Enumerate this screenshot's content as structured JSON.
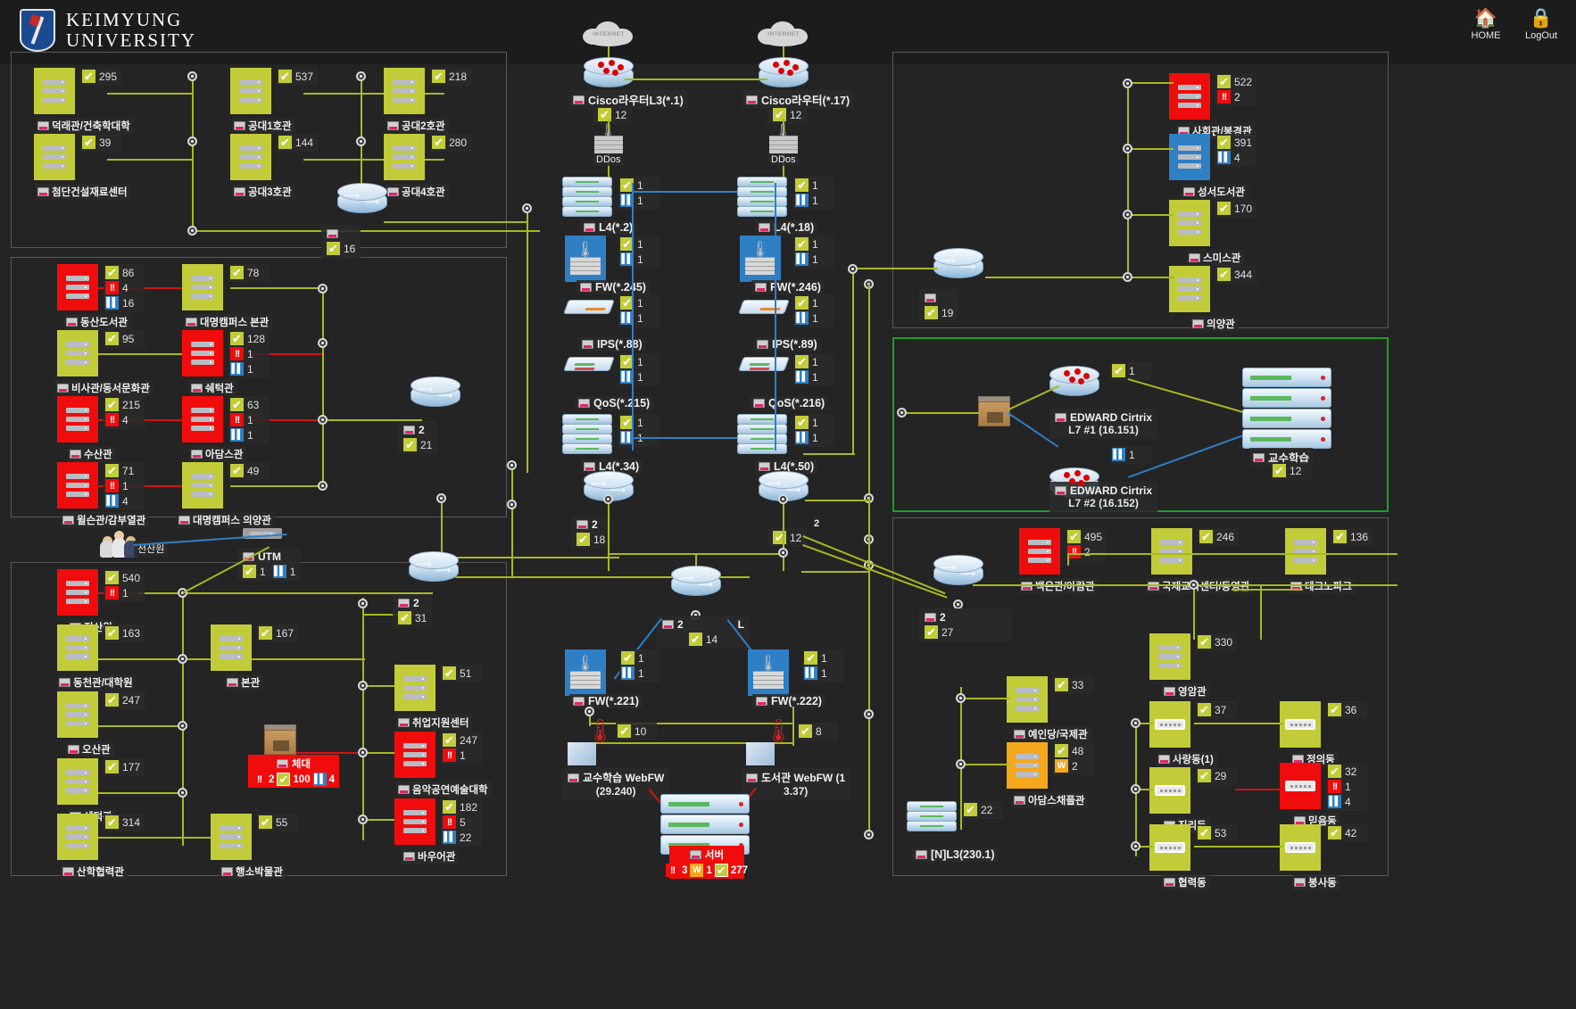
{
  "header": {
    "university_line1": "KEIMYUNG",
    "university_line2": "UNIVERSITY",
    "home_label": "HOME",
    "logout_label": "LogOut",
    "home_icon": "home-icon",
    "logout_icon": "lock-icon"
  },
  "colors": {
    "ok": "#c2cc38",
    "error": "#f00c0c",
    "paused": "#2f7fc4",
    "warning": "#f5a81c",
    "link": "#a8b81f",
    "link_blue": "#2f7fc4",
    "link_red": "#d01414",
    "frame": "#5a5a5a",
    "frame_green": "#1f9c2f",
    "background": "#242424"
  },
  "group_topleft": {
    "nodes": [
      {
        "label": "덕래관/건축학대학",
        "state": "ok",
        "badges": [
          {
            "icon": "ok",
            "value": "295"
          }
        ]
      },
      {
        "label": "공대1호관",
        "state": "ok",
        "badges": [
          {
            "icon": "ok",
            "value": "537"
          }
        ]
      },
      {
        "label": "공대2호관",
        "state": "ok",
        "badges": [
          {
            "icon": "ok",
            "value": "218"
          }
        ]
      },
      {
        "label": "첨단건설재료센터",
        "state": "ok",
        "badges": [
          {
            "icon": "ok",
            "value": "39"
          }
        ]
      },
      {
        "label": "공대3호관",
        "state": "ok",
        "badges": [
          {
            "icon": "ok",
            "value": "144"
          }
        ]
      },
      {
        "label": "공대4호관",
        "state": "ok",
        "badges": [
          {
            "icon": "ok",
            "value": "280"
          }
        ]
      }
    ],
    "router_panel": {
      "badges": [
        {
          "icon": "ok",
          "value": "16"
        }
      ]
    }
  },
  "group_left2": {
    "nodes": [
      {
        "label": "동산도서관",
        "state": "red",
        "badges": [
          {
            "icon": "ok",
            "value": "86"
          },
          {
            "icon": "err",
            "value": "4"
          },
          {
            "icon": "pause",
            "value": "16"
          }
        ]
      },
      {
        "label": "대명캠퍼스 본관",
        "state": "ok",
        "badges": [
          {
            "icon": "ok",
            "value": "78"
          }
        ]
      },
      {
        "label": "비사관/동서문화관",
        "state": "ok",
        "badges": [
          {
            "icon": "ok",
            "value": "95"
          }
        ]
      },
      {
        "label": "쉐턱관",
        "state": "red",
        "badges": [
          {
            "icon": "ok",
            "value": "128"
          },
          {
            "icon": "err",
            "value": "1"
          },
          {
            "icon": "pause",
            "value": "1"
          }
        ]
      },
      {
        "label": "수산관",
        "state": "red",
        "badges": [
          {
            "icon": "ok",
            "value": "215"
          },
          {
            "icon": "err",
            "value": "4"
          }
        ]
      },
      {
        "label": "아담스관",
        "state": "red",
        "badges": [
          {
            "icon": "ok",
            "value": "63"
          },
          {
            "icon": "err",
            "value": "1"
          },
          {
            "icon": "pause",
            "value": "1"
          }
        ]
      },
      {
        "label": "윌슨관/감부열관",
        "state": "red",
        "badges": [
          {
            "icon": "ok",
            "value": "71"
          },
          {
            "icon": "err",
            "value": "1"
          },
          {
            "icon": "pause",
            "value": "4"
          }
        ]
      },
      {
        "label": "대명캠퍼스 의양관",
        "state": "ok",
        "badges": [
          {
            "icon": "ok",
            "value": "49"
          }
        ]
      }
    ],
    "router_panel": {
      "badges": [
        {
          "icon": "ok",
          "value": "21"
        }
      ],
      "count_label": "2"
    }
  },
  "utm": {
    "label": "UTM",
    "badges": [
      {
        "icon": "ok",
        "value": "1"
      },
      {
        "icon": "pause",
        "value": "1"
      }
    ],
    "people_label": "전산원"
  },
  "group_left3": {
    "nodes": [
      {
        "label": "전산원",
        "state": "red",
        "badges": [
          {
            "icon": "ok",
            "value": "540"
          },
          {
            "icon": "err",
            "value": "1"
          }
        ]
      },
      {
        "label": "동천관/대학원",
        "state": "ok",
        "badges": [
          {
            "icon": "ok",
            "value": "163"
          }
        ]
      },
      {
        "label": "본관",
        "state": "ok",
        "badges": [
          {
            "icon": "ok",
            "value": "167"
          }
        ]
      },
      {
        "label": "오산관",
        "state": "ok",
        "badges": [
          {
            "icon": "ok",
            "value": "247"
          }
        ]
      },
      {
        "label": "쉐턱관",
        "state": "ok",
        "badges": [
          {
            "icon": "ok",
            "value": "177"
          }
        ]
      },
      {
        "label": "산학협력관",
        "state": "ok",
        "badges": [
          {
            "icon": "ok",
            "value": "314"
          }
        ]
      },
      {
        "label": "행소박물관",
        "state": "ok",
        "badges": [
          {
            "icon": "ok",
            "value": "55"
          }
        ]
      },
      {
        "label": "취업지원센터",
        "state": "ok",
        "badges": [
          {
            "icon": "ok",
            "value": "51"
          }
        ]
      },
      {
        "label": "음악공연예술대학",
        "state": "red",
        "badges": [
          {
            "icon": "ok",
            "value": "247"
          },
          {
            "icon": "err",
            "value": "1"
          }
        ]
      },
      {
        "label": "바우어관",
        "state": "red",
        "badges": [
          {
            "icon": "ok",
            "value": "182"
          },
          {
            "icon": "err",
            "value": "5"
          },
          {
            "icon": "pause",
            "value": "22"
          }
        ]
      }
    ],
    "router_panel": {
      "badges": [
        {
          "icon": "ok",
          "value": "31"
        }
      ],
      "count_label": "2"
    },
    "chedae": {
      "label": "체대",
      "badges": [
        {
          "icon": "err",
          "value": "2"
        },
        {
          "icon": "ok",
          "value": "100"
        },
        {
          "icon": "pause",
          "value": "4"
        }
      ]
    }
  },
  "backbone_left": {
    "cloud_label": "INTERNET",
    "router_label": "Cisco라우터L3(*.1)",
    "router_badges": [
      {
        "icon": "ok",
        "value": "12"
      }
    ],
    "ddos_label": "DDos",
    "chain": [
      {
        "label": "L4(*.2)",
        "badges": [
          {
            "icon": "ok",
            "value": "1"
          },
          {
            "icon": "pause",
            "value": "1"
          }
        ]
      },
      {
        "label": "FW(*.245)",
        "badges": [
          {
            "icon": "ok",
            "value": "1"
          },
          {
            "icon": "pause",
            "value": "1"
          }
        ]
      },
      {
        "label": "IPS(*.88)",
        "badges": [
          {
            "icon": "ok",
            "value": "1"
          },
          {
            "icon": "pause",
            "value": "1"
          }
        ]
      },
      {
        "label": "QoS(*.215)",
        "badges": [
          {
            "icon": "ok",
            "value": "1"
          },
          {
            "icon": "pause",
            "value": "1"
          }
        ]
      },
      {
        "label": "L4(*.34)",
        "badges": [
          {
            "icon": "ok",
            "value": "1"
          },
          {
            "icon": "pause",
            "value": "1"
          }
        ]
      }
    ],
    "core_panel": {
      "count_label": "2",
      "badges": [
        {
          "icon": "ok",
          "value": "18"
        }
      ]
    }
  },
  "backbone_right": {
    "cloud_label": "INTERNET",
    "router_label": "Cisco라우터(*.17)",
    "router_badges": [
      {
        "icon": "ok",
        "value": "12"
      }
    ],
    "ddos_label": "DDos",
    "chain": [
      {
        "label": "L4(*.18)",
        "badges": [
          {
            "icon": "ok",
            "value": "1"
          },
          {
            "icon": "pause",
            "value": "1"
          }
        ]
      },
      {
        "label": "FW(*.246)",
        "badges": [
          {
            "icon": "ok",
            "value": "1"
          },
          {
            "icon": "pause",
            "value": "1"
          }
        ]
      },
      {
        "label": "IPS(*.89)",
        "badges": [
          {
            "icon": "ok",
            "value": "1"
          },
          {
            "icon": "pause",
            "value": "1"
          }
        ]
      },
      {
        "label": "QoS(*.216)",
        "badges": [
          {
            "icon": "ok",
            "value": "1"
          },
          {
            "icon": "pause",
            "value": "1"
          }
        ]
      },
      {
        "label": "L4(*.50)",
        "badges": [
          {
            "icon": "ok",
            "value": "1"
          },
          {
            "icon": "pause",
            "value": "1"
          }
        ]
      }
    ],
    "core_panel": {
      "badges": [
        {
          "icon": "ok",
          "value": "12"
        }
      ]
    }
  },
  "center_bottom": {
    "router_panel": {
      "count_label": "2",
      "right_label": "L",
      "badges": [
        {
          "icon": "ok",
          "value": "14"
        }
      ]
    },
    "fw_left": {
      "label": "FW(*.221)",
      "badges": [
        {
          "icon": "ok",
          "value": "1"
        },
        {
          "icon": "pause",
          "value": "1"
        }
      ]
    },
    "fw_right": {
      "label": "FW(*.222)",
      "badges": [
        {
          "icon": "ok",
          "value": "1"
        },
        {
          "icon": "pause",
          "value": "1"
        }
      ]
    },
    "webfw_left": {
      "label_line1": "교수학습 WebFW",
      "label_line2": "(29.240)",
      "badges": [
        {
          "icon": "ok",
          "value": "10"
        }
      ]
    },
    "webfw_right": {
      "label_line1": "도서관 WebFW (1",
      "label_line2": "3.37)",
      "badges": [
        {
          "icon": "ok",
          "value": "8"
        }
      ]
    },
    "server": {
      "label": "서버",
      "badges": [
        {
          "icon": "err",
          "value": "3"
        },
        {
          "icon": "warn",
          "value": "1"
        },
        {
          "icon": "ok",
          "value": "277"
        }
      ]
    }
  },
  "group_topright": {
    "nodes": [
      {
        "label": "사회관/봉경관",
        "state": "red",
        "badges": [
          {
            "icon": "ok",
            "value": "522"
          },
          {
            "icon": "err",
            "value": "2"
          }
        ]
      },
      {
        "label": "성서도서관",
        "state": "blue",
        "badges": [
          {
            "icon": "ok",
            "value": "391"
          },
          {
            "icon": "pause",
            "value": "4"
          }
        ]
      },
      {
        "label": "스미스관",
        "state": "ok",
        "badges": [
          {
            "icon": "ok",
            "value": "170"
          }
        ]
      },
      {
        "label": "의양관",
        "state": "ok",
        "badges": [
          {
            "icon": "ok",
            "value": "344"
          }
        ]
      }
    ],
    "router_panel": {
      "badges": [
        {
          "icon": "ok",
          "value": "19"
        }
      ]
    }
  },
  "citrix": {
    "node1": {
      "label_line1": "EDWARD Cirtrix",
      "label_line2": "L7 #1 (16.151)",
      "badges": [
        {
          "icon": "ok",
          "value": "1"
        }
      ]
    },
    "node2": {
      "label_line1": "EDWARD Cirtrix",
      "label_line2": "L7 #2 (16.152)",
      "badges": [
        {
          "icon": "pause",
          "value": "1"
        }
      ]
    },
    "server": {
      "label": "교수학습",
      "badges": [
        {
          "icon": "ok",
          "value": "12"
        }
      ]
    }
  },
  "group_bottomright": {
    "nodes": [
      {
        "label": "백은관/아람관",
        "state": "red",
        "badges": [
          {
            "icon": "ok",
            "value": "495"
          },
          {
            "icon": "err",
            "value": "2"
          }
        ]
      },
      {
        "label": "국제교육센터/동영관",
        "state": "ok",
        "badges": [
          {
            "icon": "ok",
            "value": "246"
          }
        ]
      },
      {
        "label": "테크노파크",
        "state": "ok",
        "badges": [
          {
            "icon": "ok",
            "value": "136"
          }
        ]
      },
      {
        "label": "예인당/국제관",
        "state": "ok",
        "badges": [
          {
            "icon": "ok",
            "value": "33"
          }
        ]
      },
      {
        "label": "아담스채플관",
        "state": "orange",
        "badges": [
          {
            "icon": "ok",
            "value": "48"
          },
          {
            "icon": "warn",
            "value": "2"
          }
        ]
      },
      {
        "label": "영암관",
        "state": "ok",
        "badges": [
          {
            "icon": "ok",
            "value": "330"
          }
        ]
      },
      {
        "label": "사랑동(1)",
        "state": "ok",
        "badges": [
          {
            "icon": "ok",
            "value": "37"
          }
        ],
        "switch": true
      },
      {
        "label": "정의동",
        "state": "ok",
        "badges": [
          {
            "icon": "ok",
            "value": "36"
          }
        ],
        "switch": true
      },
      {
        "label": "진리동",
        "state": "ok",
        "badges": [
          {
            "icon": "ok",
            "value": "29"
          }
        ],
        "switch": true
      },
      {
        "label": "믿음동",
        "state": "red",
        "badges": [
          {
            "icon": "ok",
            "value": "32"
          },
          {
            "icon": "err",
            "value": "1"
          },
          {
            "icon": "pause",
            "value": "4"
          }
        ],
        "switch": true
      },
      {
        "label": "협력동",
        "state": "ok",
        "badges": [
          {
            "icon": "ok",
            "value": "53"
          }
        ],
        "switch": true
      },
      {
        "label": "봉사동",
        "state": "ok",
        "badges": [
          {
            "icon": "ok",
            "value": "42"
          }
        ],
        "switch": true
      }
    ],
    "router_panel": {
      "count_label": "2",
      "badges": [
        {
          "icon": "ok",
          "value": "27"
        }
      ]
    },
    "n_l3": {
      "label": "[N]L3(230.1)",
      "badges": [
        {
          "icon": "ok",
          "value": "22"
        }
      ]
    }
  }
}
